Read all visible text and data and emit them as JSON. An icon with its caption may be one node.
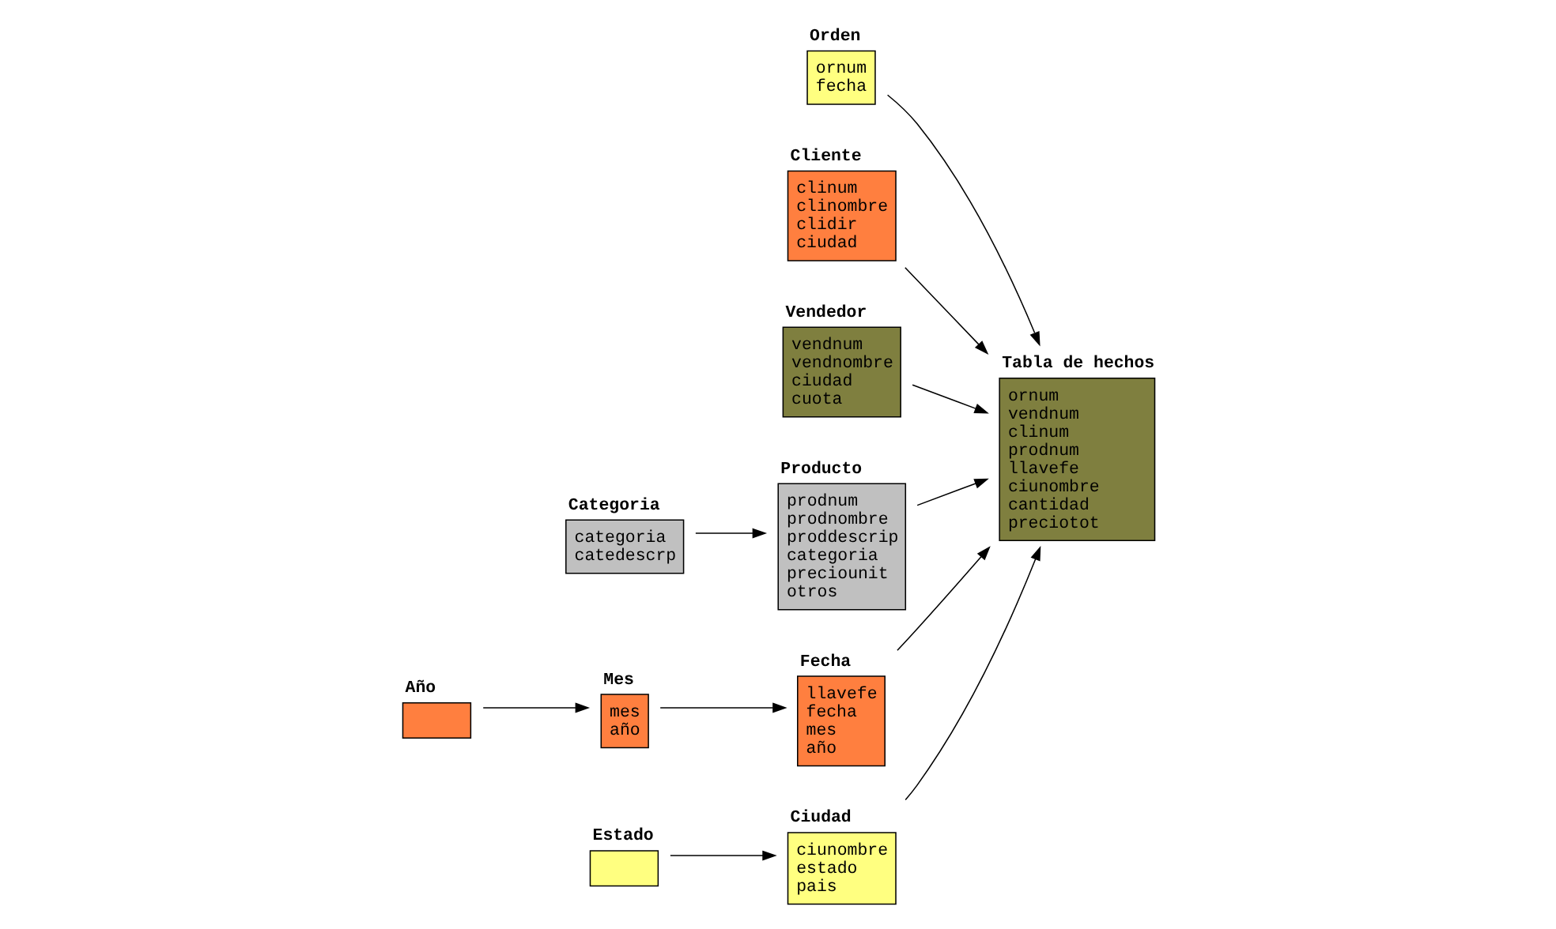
{
  "diagram": {
    "nodes": [
      {
        "text": [
          "Orden",
          "ornum",
          "fecha"
        ]
      },
      {
        "text": [
          "Cliente",
          "clinum",
          "clinombre",
          "clidir",
          "ciudad"
        ]
      },
      {
        "text": [
          "Vendedor",
          "vendnum",
          "vendnombre",
          "ciudad",
          "cuota"
        ]
      },
      {
        "text": [
          "Tabla de hechos",
          "ornum",
          "vendnum",
          "clinum",
          "prodnum",
          "llavefe",
          "ciunombre",
          "cantidad",
          "preciotot"
        ]
      },
      {
        "text": [
          "Producto",
          "prodnum",
          "prodnombre",
          "proddescrip",
          "categoria",
          "preciounit",
          "otros"
        ]
      },
      {
        "text": [
          "Categoria",
          "categoria",
          "catedescrp"
        ]
      },
      {
        "text": [
          "Fecha",
          "llavefe",
          "fecha",
          "mes",
          "año"
        ]
      },
      {
        "text": [
          "Mes",
          "mes",
          "año"
        ]
      },
      {
        "text": [
          "Año"
        ]
      },
      {
        "text": [
          "Ciudad",
          "ciunombre",
          "estado",
          "pais"
        ]
      },
      {
        "text": [
          "Estado"
        ]
      }
    ],
    "edges": [
      {
        "from": 0,
        "to": 3,
        "arrow": "to"
      },
      {
        "from": 1,
        "to": 3,
        "arrow": "to"
      },
      {
        "from": 2,
        "to": 3,
        "arrow": "to"
      },
      {
        "from": 4,
        "to": 3,
        "arrow": "to"
      },
      {
        "from": 5,
        "to": 4,
        "arrow": "to"
      },
      {
        "from": 6,
        "to": 3,
        "arrow": "to"
      },
      {
        "from": 7,
        "to": 6,
        "arrow": "to"
      },
      {
        "from": 8,
        "to": 7,
        "arrow": "to"
      },
      {
        "from": 9,
        "to": 3,
        "arrow": "to"
      },
      {
        "from": 10,
        "to": 9,
        "arrow": "to"
      }
    ]
  }
}
